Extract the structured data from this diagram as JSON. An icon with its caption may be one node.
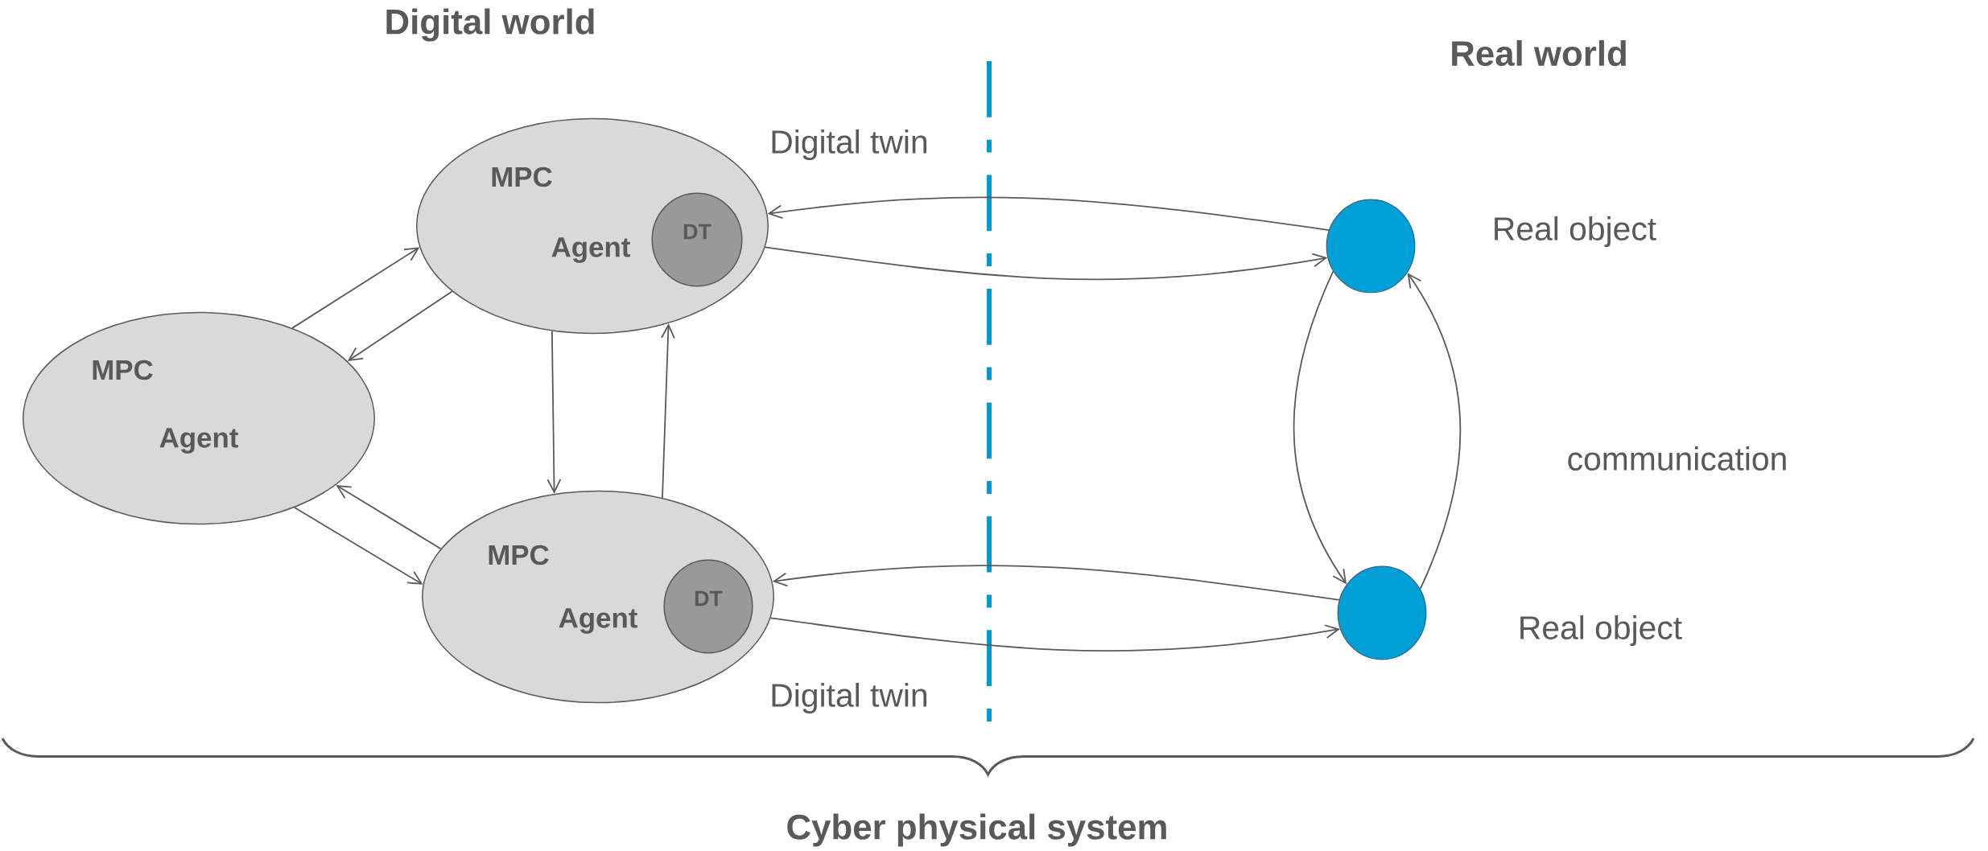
{
  "diagram": {
    "nodes": [
      {
        "text": [
          "MPC",
          "Agent"
        ]
      },
      {
        "text": [
          "DT"
        ],
        "in": 0
      },
      {
        "text": [
          "MPC",
          "Agent"
        ]
      },
      {
        "text": [
          "MPC",
          "Agent"
        ]
      },
      {
        "text": [
          "DT"
        ],
        "in": 3
      },
      {
        "text": [],
        "shape": "circle",
        "beside": [
          "Real object"
        ]
      },
      {
        "text": [],
        "shape": "circle",
        "beside": [
          "Real object"
        ]
      }
    ],
    "edges": [
      {
        "from": 2,
        "to": 0,
        "arrow": "to"
      },
      {
        "from": 0,
        "to": 2,
        "arrow": "to"
      },
      {
        "from": 3,
        "to": 2,
        "arrow": "to"
      },
      {
        "from": 2,
        "to": 3,
        "arrow": "to"
      },
      {
        "from": 0,
        "to": 3,
        "arrow": "to"
      },
      {
        "from": 3,
        "to": 0,
        "arrow": "to"
      },
      {
        "from": 5,
        "to": 0,
        "arrow": "to"
      },
      {
        "from": 0,
        "to": 5,
        "arrow": "to"
      },
      {
        "from": 6,
        "to": 3,
        "arrow": "to"
      },
      {
        "from": 3,
        "to": 6,
        "arrow": "to"
      },
      {
        "from": 5,
        "to": 6,
        "arrow": "to"
      },
      {
        "from": 6,
        "to": 5,
        "arrow": "to"
      }
    ],
    "labels": [
      "Digital world",
      "Real world",
      "Digital twin",
      "Digital twin",
      "communication",
      "Cyber physical system"
    ]
  }
}
